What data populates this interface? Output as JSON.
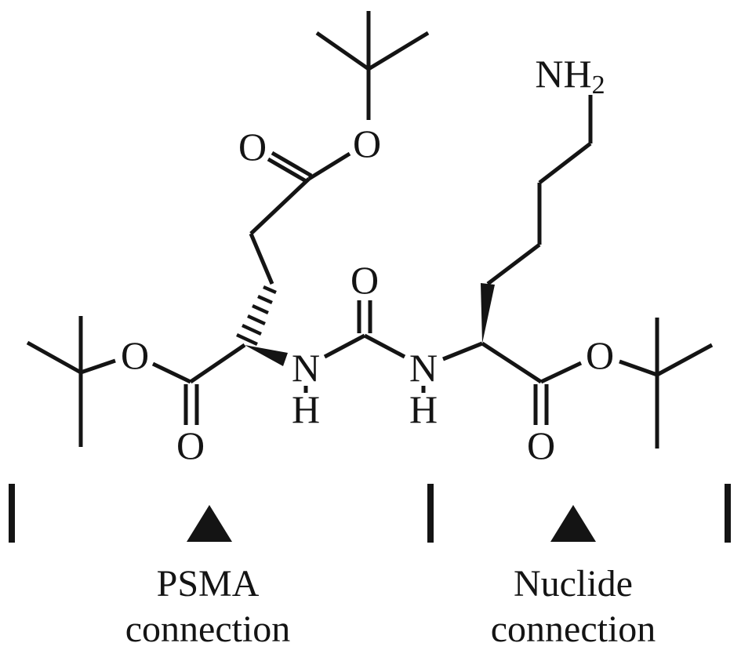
{
  "figure": {
    "background_color": "#ffffff",
    "ink_color": "#141414"
  },
  "atom_labels": {
    "oxygen": "O",
    "nitrogen": "N",
    "hydrogen": "H",
    "amine": {
      "main": "NH",
      "sub": "2"
    }
  },
  "annotations": {
    "psma": {
      "line1": "PSMA",
      "line2": "connection",
      "marker": "triangle-up"
    },
    "nuclide": {
      "line1": "Nuclide",
      "line2": "connection",
      "marker": "triangle-up"
    }
  }
}
